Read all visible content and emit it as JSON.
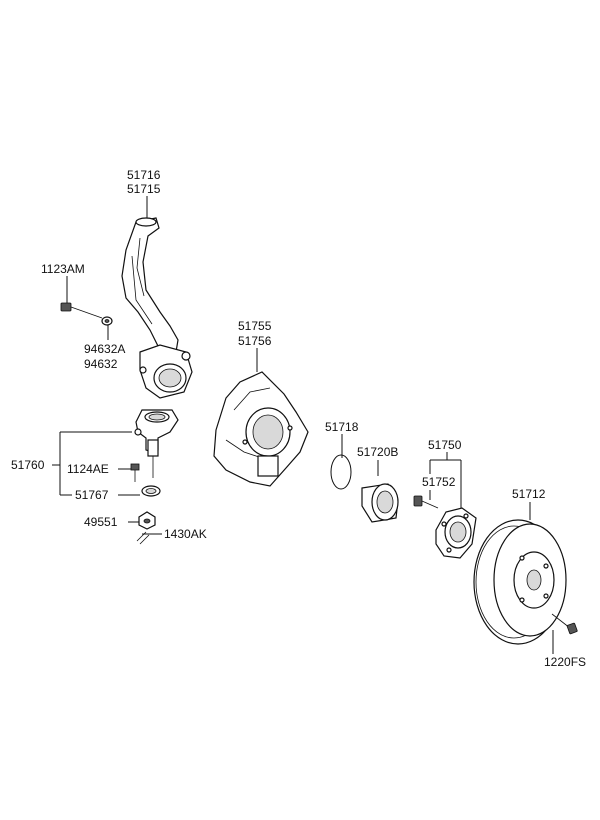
{
  "labels": {
    "p51716": "51716",
    "p51715": "51715",
    "p1123AM": "1123AM",
    "p94632A": "94632A",
    "p94632": "94632",
    "p51755": "51755",
    "p51756": "51756",
    "p51718": "51718",
    "p51720B": "51720B",
    "p51750": "51750",
    "p51752": "51752",
    "p51712": "51712",
    "p51760": "51760",
    "p1124AE": "1124AE",
    "p51767": "51767",
    "p49551": "49551",
    "p1430AK": "1430AK",
    "p1220FS": "1220FS"
  }
}
